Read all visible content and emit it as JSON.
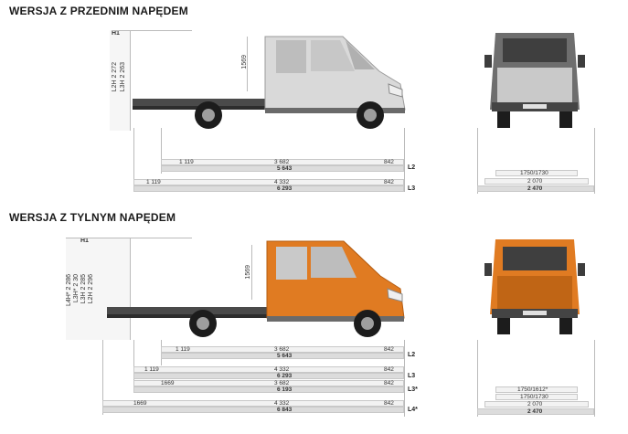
{
  "sections": [
    {
      "title": "WERSJA Z PRZEDNIM NAPĘDEM",
      "height_code": "H1",
      "height_labels": [
        "L2H 2 272",
        "L3H 2 263"
      ],
      "cab_height": "1569",
      "rows": [
        {
          "segments": [
            "1 119",
            "3 682",
            "842"
          ],
          "total": "5 643",
          "code": "L2"
        },
        {
          "segments": [
            "1 119",
            "4 332",
            "842"
          ],
          "total": "6 293",
          "code": "L3"
        }
      ],
      "widths": [
        "1750/1730",
        "2 070",
        "2 470"
      ],
      "van_color": "#d7d7d7"
    },
    {
      "title": "WERSJA Z TYLNYM NAPĘDEM",
      "height_code": "H1",
      "height_labels": [
        "L2H 2 296",
        "L3H 2 285",
        "L3H* 2 30",
        "L4H* 2 286"
      ],
      "cab_height": "1569",
      "rows": [
        {
          "segments": [
            "1 119",
            "3 682",
            "842"
          ],
          "total": "5 643",
          "code": "L2"
        },
        {
          "segments": [
            "1 119",
            "4 332",
            "842"
          ],
          "total": "6 293",
          "code": "L3"
        },
        {
          "segments": [
            "1669",
            "3 682",
            "842"
          ],
          "total": "6 193",
          "code": "L3*"
        },
        {
          "segments": [
            "1669",
            "4 332",
            "842"
          ],
          "total": "6 843",
          "code": "L4*"
        }
      ],
      "widths": [
        "1750/1612*",
        "1750/1730",
        "2 070",
        "2 470"
      ],
      "van_color": "#e07b22"
    }
  ]
}
